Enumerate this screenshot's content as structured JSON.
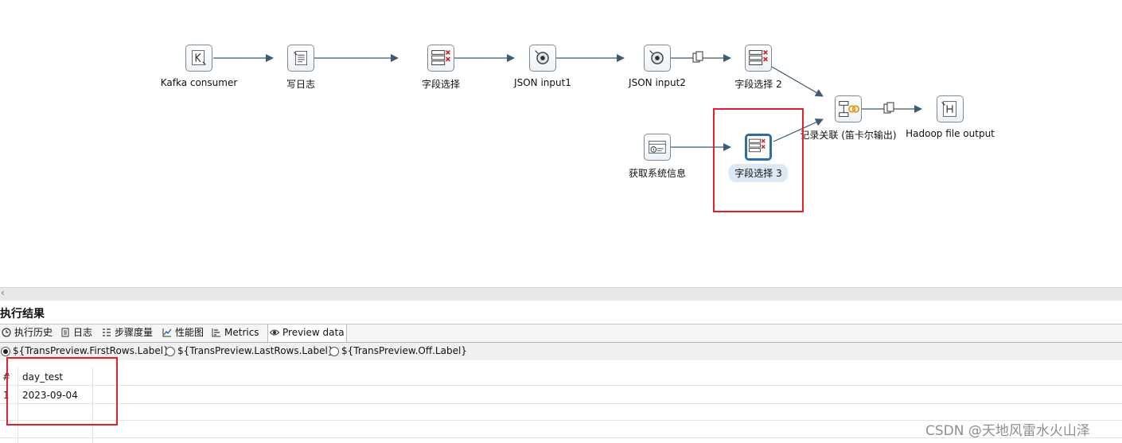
{
  "canvas": {
    "steps": [
      {
        "id": "kafka",
        "label": "Kafka consumer",
        "icon": "kafka-icon"
      },
      {
        "id": "log",
        "label": "写日志",
        "icon": "log-icon"
      },
      {
        "id": "select1",
        "label": "字段选择",
        "icon": "select-values-icon"
      },
      {
        "id": "json1",
        "label": "JSON input1",
        "icon": "json-input-icon"
      },
      {
        "id": "json2",
        "label": "JSON input2",
        "icon": "json-input-icon"
      },
      {
        "id": "select2",
        "label": "字段选择 2",
        "icon": "select-values-icon"
      },
      {
        "id": "join",
        "label": "记录关联 (笛卡尔输出)",
        "icon": "join-rows-icon"
      },
      {
        "id": "hadoop",
        "label": "Hadoop file output",
        "icon": "hadoop-output-icon"
      },
      {
        "id": "sysinfo",
        "label": "获取系统信息",
        "icon": "system-info-icon"
      },
      {
        "id": "select3",
        "label": "字段选择 3",
        "icon": "select-values-icon",
        "selected": true
      }
    ]
  },
  "splitter": {
    "arrow": "‹"
  },
  "results": {
    "title": "执行结果",
    "tabs": [
      {
        "label": "执行历史",
        "icon": "history-icon"
      },
      {
        "label": "日志",
        "icon": "log-icon"
      },
      {
        "label": "步骤度量",
        "icon": "step-metrics-icon"
      },
      {
        "label": "性能图",
        "icon": "performance-chart-icon"
      },
      {
        "label": "Metrics",
        "icon": "metrics-icon"
      },
      {
        "label": "Preview data",
        "icon": "eye-icon",
        "active": true
      }
    ],
    "preview_options": [
      {
        "label": "${TransPreview.FirstRows.Label}",
        "selected": true
      },
      {
        "label": "${TransPreview.LastRows.Label}",
        "selected": false
      },
      {
        "label": "${TransPreview.Off.Label}",
        "selected": false
      }
    ],
    "table": {
      "row_header": "#",
      "columns": [
        "day_test"
      ],
      "rows": [
        {
          "num": "1",
          "values": [
            "2023-09-04"
          ]
        }
      ]
    }
  },
  "watermark": "CSDN @天地风雷水火山泽",
  "colors": {
    "hop": "#3f5a72",
    "selection": "#2d6ea3",
    "highlight": "#e0202a",
    "select_x": "#d11f2e"
  }
}
